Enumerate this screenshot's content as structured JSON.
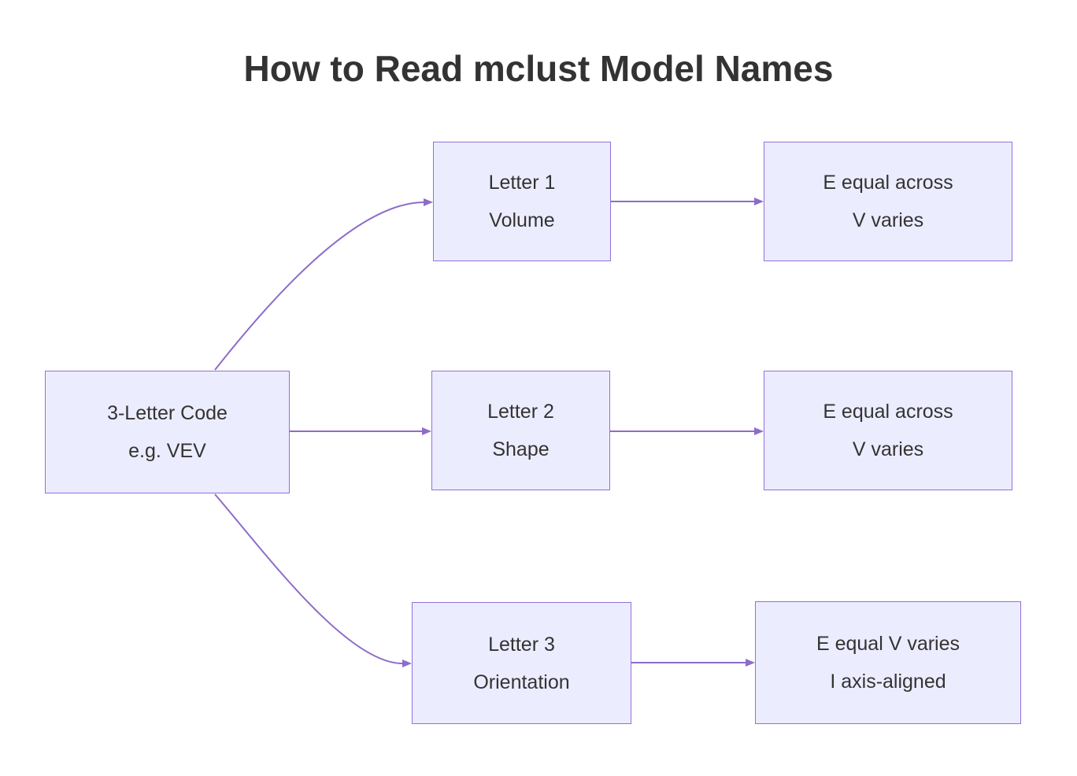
{
  "diagram": {
    "title": "How to Read mclust Model Names",
    "nodes": [
      {
        "id": "code",
        "lines": [
          "3-Letter Code",
          "e.g. VEV"
        ]
      },
      {
        "id": "letter1",
        "lines": [
          "Letter 1",
          "Volume"
        ]
      },
      {
        "id": "result1",
        "lines": [
          "E equal across",
          "V varies"
        ]
      },
      {
        "id": "letter2",
        "lines": [
          "Letter 2",
          "Shape"
        ]
      },
      {
        "id": "result2",
        "lines": [
          "E equal across",
          "V varies"
        ]
      },
      {
        "id": "letter3",
        "lines": [
          "Letter 3",
          "Orientation"
        ]
      },
      {
        "id": "result3",
        "lines": [
          "E equal V varies",
          "I axis-aligned"
        ]
      }
    ],
    "edges": [
      {
        "from": "code",
        "to": "letter1"
      },
      {
        "from": "code",
        "to": "letter2"
      },
      {
        "from": "code",
        "to": "letter3"
      },
      {
        "from": "letter1",
        "to": "result1"
      },
      {
        "from": "letter2",
        "to": "result2"
      },
      {
        "from": "letter3",
        "to": "result3"
      }
    ],
    "colors": {
      "node_fill": "#ECECFF",
      "node_border": "#9370DB",
      "edge_stroke": "#8E6CC9",
      "text": "#333333",
      "background": "#FFFFFF"
    }
  }
}
